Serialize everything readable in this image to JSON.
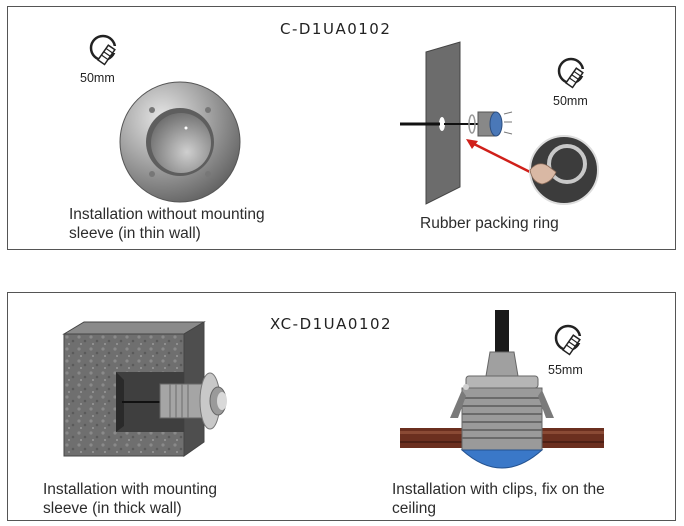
{
  "panels": [
    {
      "model": "C-D1UA0102",
      "size_a": "50mm",
      "size_b": "50mm",
      "caption_left_1": "Installation without mounting",
      "caption_left_2": "sleeve (in thin wall)",
      "caption_right": "Rubber packing ring"
    },
    {
      "model": "XC-D1UA0102",
      "size": "55mm",
      "caption_left_1": "Installation with mounting",
      "caption_left_2": "sleeve (in thick wall)",
      "caption_right_1": "Installation with clips, fix on the",
      "caption_right_2": "ceiling"
    }
  ],
  "icons": [
    "hole-saw-icon",
    "arrow-icon"
  ],
  "colors": {
    "border": "#555555",
    "arrow": "#d0201a",
    "lens": "#3a78c8",
    "wood": "#6b2f1f",
    "wall": "#6e6e6e"
  }
}
